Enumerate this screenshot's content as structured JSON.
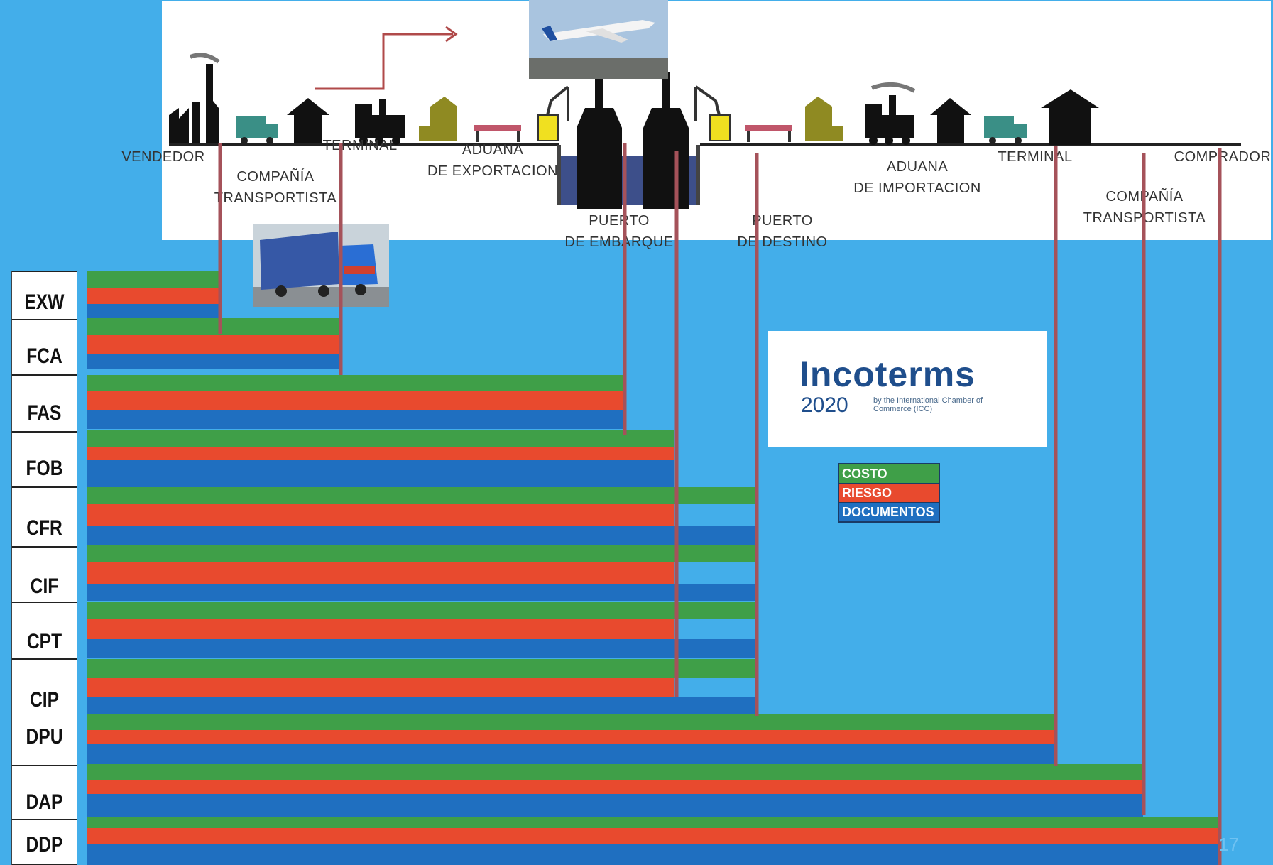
{
  "header": {
    "locations": [
      {
        "id": "vendedor",
        "lines": [
          "VENDEDOR"
        ]
      },
      {
        "id": "compania-1",
        "lines": [
          "COMPAÑÍA",
          "TRANSPORTISTA"
        ]
      },
      {
        "id": "terminal-1",
        "lines": [
          "TERMINAL"
        ]
      },
      {
        "id": "aduana-exp",
        "lines": [
          "ADUANA",
          "DE EXPORTACION"
        ]
      },
      {
        "id": "puerto-emb",
        "lines": [
          "PUERTO",
          "DE EMBARQUE"
        ]
      },
      {
        "id": "puerto-dest",
        "lines": [
          "PUERTO",
          "DE DESTINO"
        ]
      },
      {
        "id": "aduana-imp",
        "lines": [
          "ADUANA",
          "DE IMPORTACION"
        ]
      },
      {
        "id": "terminal-2",
        "lines": [
          "TERMINAL"
        ]
      },
      {
        "id": "compania-2",
        "lines": [
          "COMPAÑÍA",
          "TRANSPORTISTA"
        ]
      },
      {
        "id": "comprador",
        "lines": [
          "COMPRADOR"
        ]
      }
    ]
  },
  "legend": {
    "cost": "COSTO",
    "risk": "RIESGO",
    "documents": "DOCUMENTOS"
  },
  "logo": {
    "word": "Incoterms",
    "year": "2020",
    "subtitle": "by the International Chamber of Commerce (ICC)"
  },
  "colors": {
    "cost": "#3f9f48",
    "risk": "#e84a2e",
    "documents": "#1f6fc0",
    "marker": "#a5525a",
    "background": "#43aeea"
  },
  "page_number": "17",
  "terms": [
    {
      "code": "EXW",
      "cost": "vendedor",
      "risk": "vendedor",
      "documents": "vendedor"
    },
    {
      "code": "FCA",
      "cost": "terminal-1",
      "risk": "terminal-1",
      "documents": "terminal-1"
    },
    {
      "code": "FAS",
      "cost": "puerto-emb",
      "risk": "puerto-emb",
      "documents": "puerto-emb"
    },
    {
      "code": "FOB",
      "cost": "ship-loaded",
      "risk": "ship-loaded",
      "documents": "ship-loaded"
    },
    {
      "code": "CFR",
      "cost": "puerto-dest",
      "risk": "ship-loaded",
      "documents": "puerto-dest"
    },
    {
      "code": "CIF",
      "cost": "puerto-dest",
      "risk": "ship-loaded",
      "documents": "puerto-dest"
    },
    {
      "code": "CPT",
      "cost": "puerto-dest",
      "risk": "ship-loaded",
      "documents": "puerto-dest"
    },
    {
      "code": "CIP",
      "cost": "puerto-dest",
      "risk": "ship-loaded",
      "documents": "puerto-dest"
    },
    {
      "code": "DPU",
      "cost": "terminal-2",
      "risk": "terminal-2",
      "documents": "terminal-2"
    },
    {
      "code": "DAP",
      "cost": "compania-2",
      "risk": "compania-2",
      "documents": "compania-2"
    },
    {
      "code": "DDP",
      "cost": "comprador",
      "risk": "comprador",
      "documents": "comprador"
    }
  ]
}
